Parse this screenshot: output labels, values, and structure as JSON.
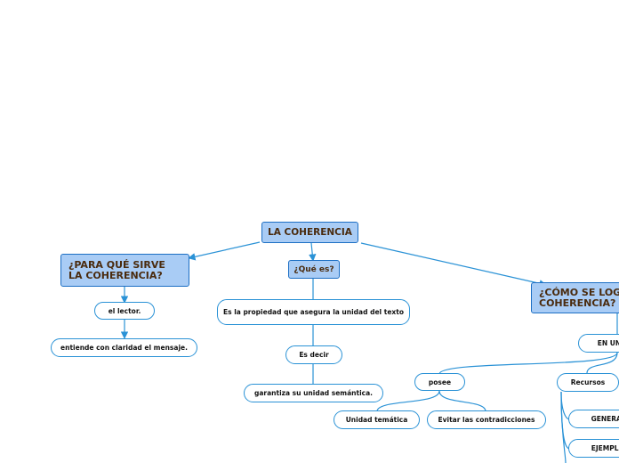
{
  "map": {
    "root": "LA COHERENCIA",
    "para_que": "¿PARA QUÉ SIRVE LA COHERENCIA?",
    "el_lector": "el lector.",
    "entiende": "entiende con claridad el mensaje.",
    "que_es": "¿Qué es?",
    "definicion": "Es la propiedad que asegura la unidad del texto",
    "es_decir": "Es decir",
    "garantiza": "garantiza su unidad semántica.",
    "posee": "posee",
    "unidad_tematica": "Unidad temática",
    "evitar": "Evitar las contradicciones",
    "como_lograr": "¿CÓMO SE LOGRA LA COHERENCIA?",
    "en_un_texto": "EN UN TEXTO",
    "recursos": "Recursos",
    "generalizar": "GENERALIZAR",
    "ejemplificar": "EJEMPLIFICAR"
  },
  "colors": {
    "link": "#2a92d6",
    "main_fill": "#a9ccf5",
    "main_border": "#1d6fc4",
    "main_text": "#4a2b0e"
  }
}
